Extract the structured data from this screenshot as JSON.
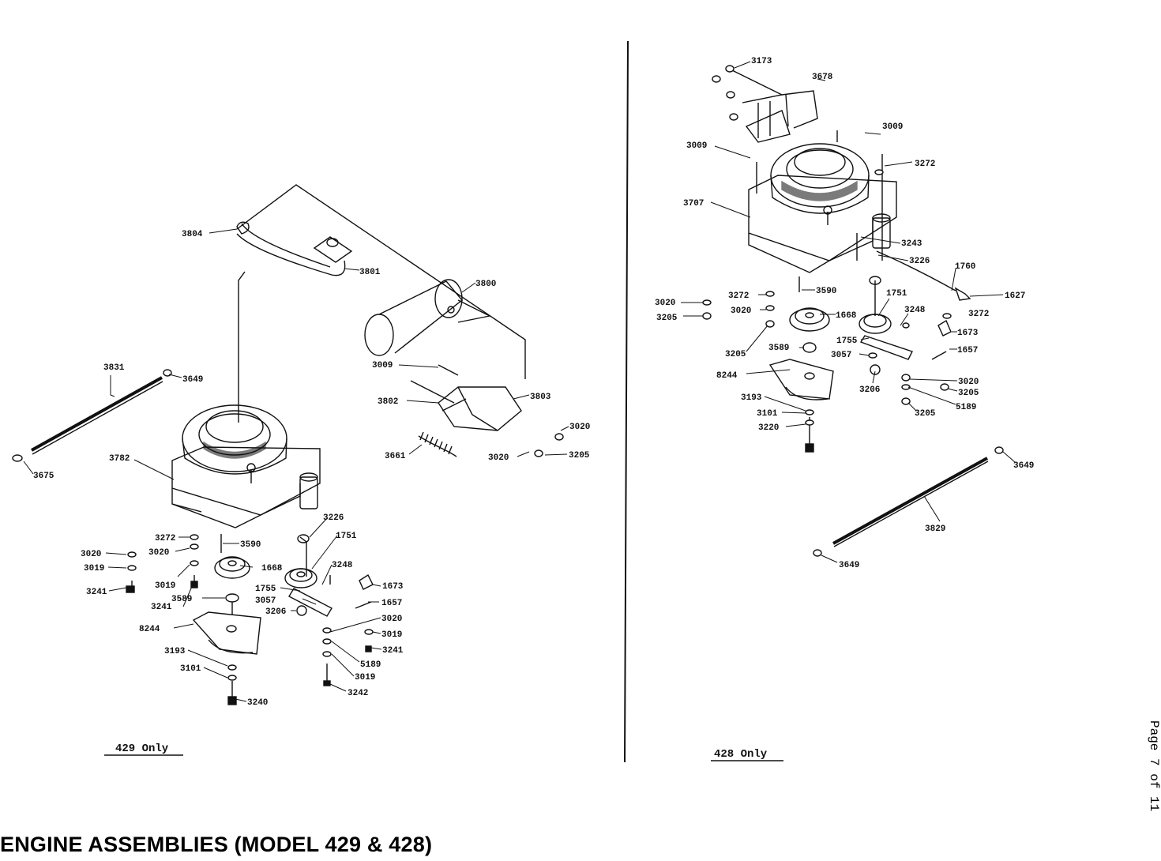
{
  "title": "ENGINE ASSEMBLIES (MODEL 429 & 428)",
  "page_number": "Page 7 of 11",
  "left_panel": {
    "label": "429 Only",
    "parts": [
      "3804",
      "3801",
      "3800",
      "3831",
      "3649",
      "3675",
      "3782",
      "3009",
      "3802",
      "3803",
      "3020",
      "3205",
      "3661",
      "3020",
      "3272",
      "3020",
      "3019",
      "3241",
      "3020",
      "3019",
      "3241",
      "3590",
      "3226",
      "1751",
      "1668",
      "3248",
      "1673",
      "1755",
      "3057",
      "3206",
      "1657",
      "3589",
      "3020",
      "8244",
      "3019",
      "3241",
      "5189",
      "3193",
      "3101",
      "3019",
      "3242",
      "3240"
    ]
  },
  "right_panel": {
    "label": "428 Only",
    "parts": [
      "3173",
      "3678",
      "3009",
      "3009",
      "3272",
      "3707",
      "3243",
      "3226",
      "1760",
      "3590",
      "3272",
      "1627",
      "3020",
      "3205",
      "3020",
      "1751",
      "3272",
      "1668",
      "3248",
      "1673",
      "3205",
      "1755",
      "3589",
      "1657",
      "3057",
      "8244",
      "3206",
      "3020",
      "3205",
      "3193",
      "5189",
      "3101",
      "3205",
      "3220",
      "3649",
      "3829",
      "3649"
    ]
  }
}
